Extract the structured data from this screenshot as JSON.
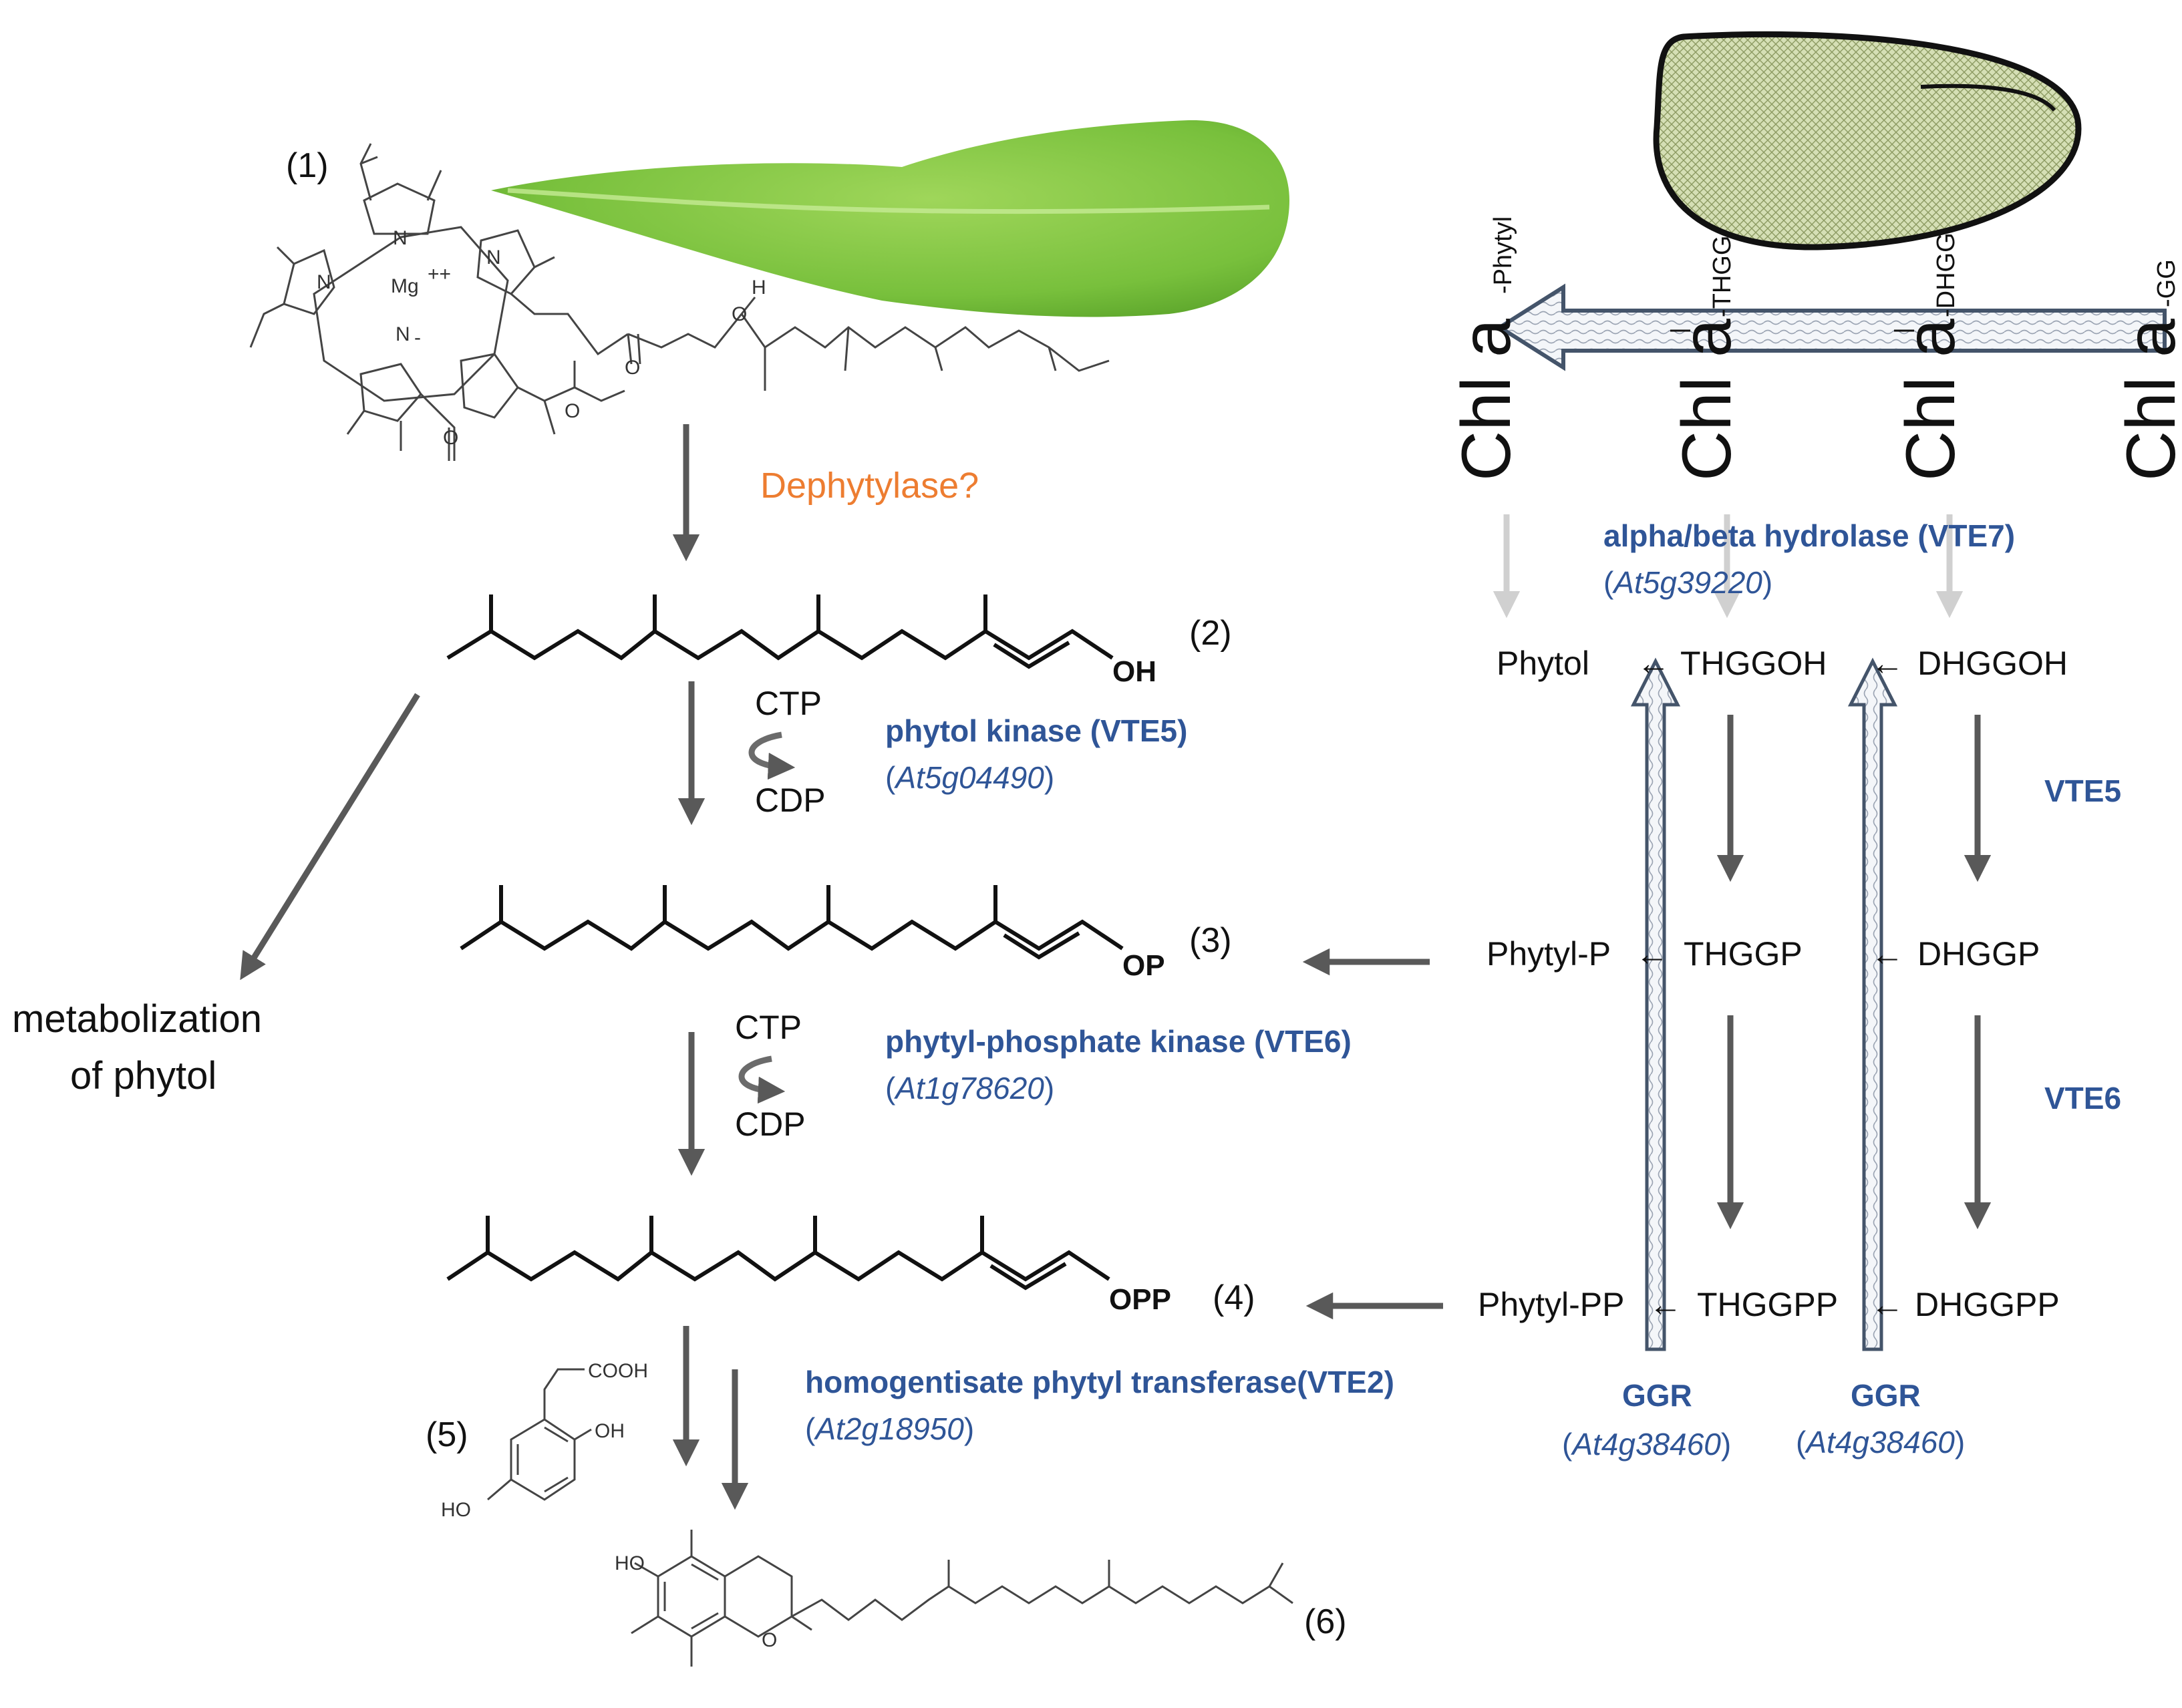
{
  "colors": {
    "enzyme": "#2F5597",
    "orange": "#ED7D31",
    "arrow_dark": "#595959",
    "arrow_light": "#D0D0D0",
    "leaf_green": "#7CC23E",
    "seed_fill": "#D5DFB5"
  },
  "compounds": {
    "c1": "(1)",
    "c2": "(2)",
    "c3": "(3)",
    "c4": "(4)",
    "c5": "(5)",
    "c6": "(6)"
  },
  "chem_labels": {
    "oh": "OH",
    "op": "OP",
    "opp": "OPP",
    "cooh": "COOH",
    "ho_left": "HO",
    "oh_ring": "OH",
    "ho_toco": "HO",
    "o_ring": "O",
    "chl_n": "N",
    "chl_mg": "Mg",
    "chl_pp": "++",
    "chl_minus": "-",
    "chl_h": "H",
    "chl_o": "O"
  },
  "left_pathway": {
    "dephytylase": "Dephytylase?",
    "ctp1": "CTP",
    "cdp1": "CDP",
    "ctp2": "CTP",
    "cdp2": "CDP",
    "vte5_name": "phytol kinase (VTE5)",
    "vte5_gene": "At5g04490",
    "vte6_name": "phytyl-phosphate kinase (VTE6)",
    "vte6_gene": "At1g78620",
    "vte2_name": "homogentisate phytyl transferase(VTE2)",
    "vte2_gene": "At2g18950",
    "metab_line1": "metabolization",
    "metab_line2": "of phytol",
    "paren_open": "(",
    "paren_close": ")"
  },
  "right_pathway": {
    "chl_main": "Chl a",
    "chl_suffixes": [
      "-Phytyl",
      "-THGG",
      "-DHGG",
      "-GG"
    ],
    "vte7_name": "alpha/beta hydrolase (VTE7)",
    "vte7_gene": "At5g39220",
    "row1": [
      "Phytol",
      "THGGOH",
      "DHGGOH"
    ],
    "row2": [
      "Phytyl-P",
      "THGGP",
      "DHGGP"
    ],
    "row3": [
      "Phytyl-PP",
      "THGGPP",
      "DHGGPP"
    ],
    "left_arrow": "←",
    "vte5_label": "VTE5",
    "vte6_label": "VTE6",
    "ggr1": "GGR",
    "ggr1_gene": "At4g38460",
    "ggr2": "GGR",
    "ggr2_gene": "At4g38460"
  }
}
